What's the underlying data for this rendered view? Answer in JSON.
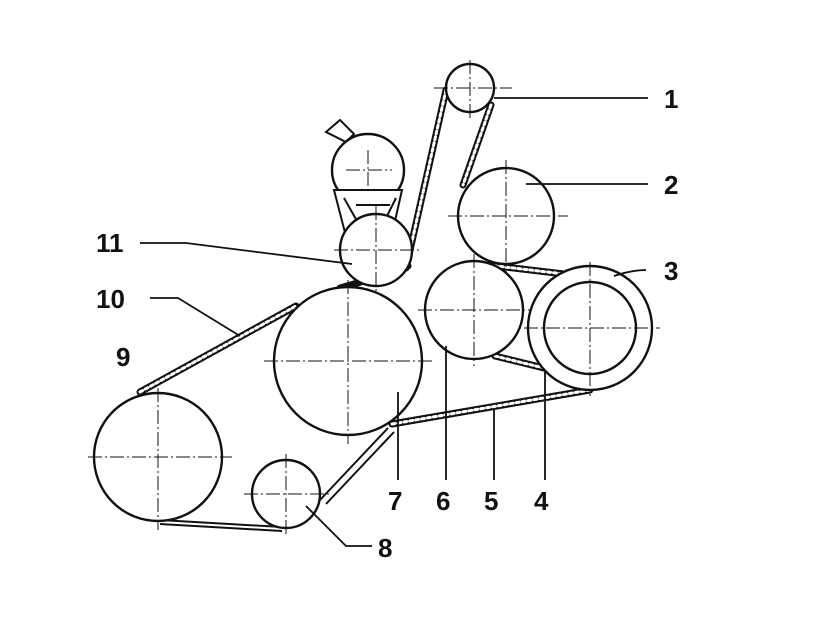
{
  "diagram": {
    "callouts": [
      {
        "id": "1",
        "text": "1"
      },
      {
        "id": "2",
        "text": "2"
      },
      {
        "id": "3",
        "text": "3"
      },
      {
        "id": "4",
        "text": "4"
      },
      {
        "id": "5",
        "text": "5"
      },
      {
        "id": "6",
        "text": "6"
      },
      {
        "id": "7",
        "text": "7"
      },
      {
        "id": "8",
        "text": "8"
      },
      {
        "id": "9",
        "text": "9"
      },
      {
        "id": "10",
        "text": "10"
      },
      {
        "id": "11",
        "text": "11"
      }
    ],
    "colors": {
      "ink": "#111111",
      "background": "#ffffff"
    }
  }
}
